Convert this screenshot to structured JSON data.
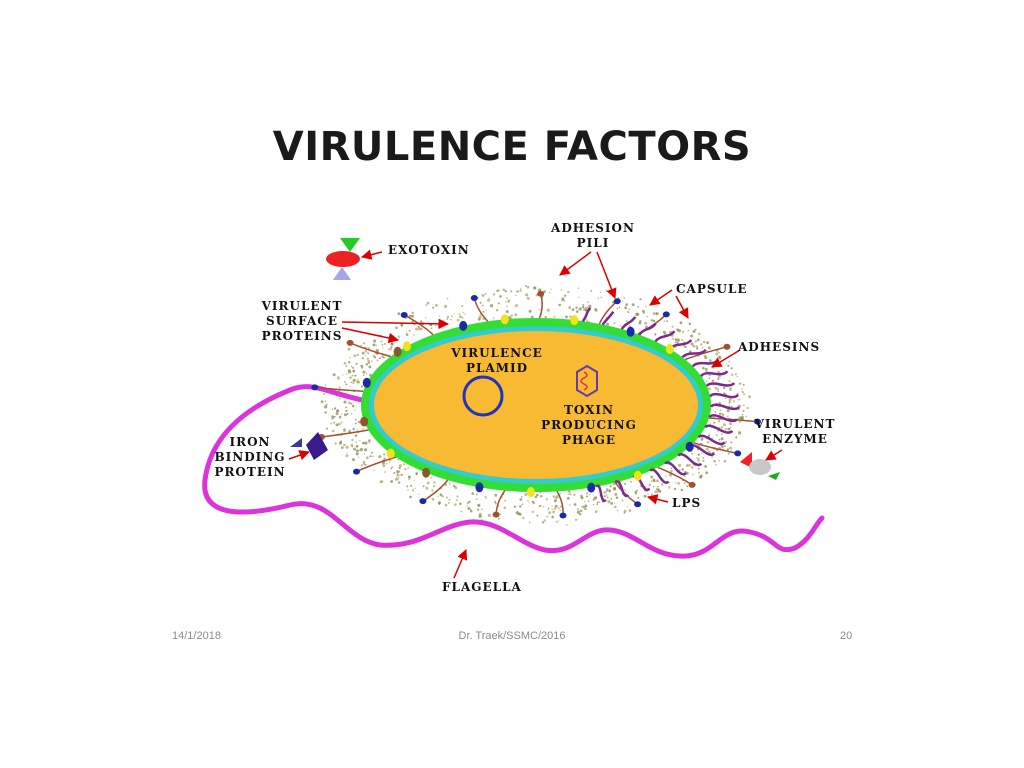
{
  "slide": {
    "title": "VIRULENCE FACTORS",
    "footer": {
      "date": "14/1/2018",
      "author": "Dr. Traek/SSMC/2016",
      "page": "20"
    }
  },
  "labels": {
    "exotoxin": "EXOTOXIN",
    "adhesion_pili": "ADHESION\nPILI",
    "capsule": "CAPSULE",
    "adhesins": "ADHESINS",
    "surface_proteins": "VIRULENT\nSURFACE\nPROTEINS",
    "plasmid": "VIRULENCE\nPLAMID",
    "phage": "TOXIN\nPRODUCING\nPHAGE",
    "enzyme": "VIRULENT\nENZYME",
    "iron": "IRON\nBINDING\nPROTEIN",
    "lps": "LPS",
    "flagella": "FLAGELLA"
  },
  "colors": {
    "cytoplasm": "#f8b933",
    "membrane": "#33dd33",
    "membrane_inner": "#33cccc",
    "flagellum": "#dd33dd",
    "arrow": "#dd0000",
    "pili": "#a0522d",
    "adhesin": "#7a2a8a",
    "capsule_dots": "#a89a52",
    "plasmid_ring": "#2233bb"
  }
}
